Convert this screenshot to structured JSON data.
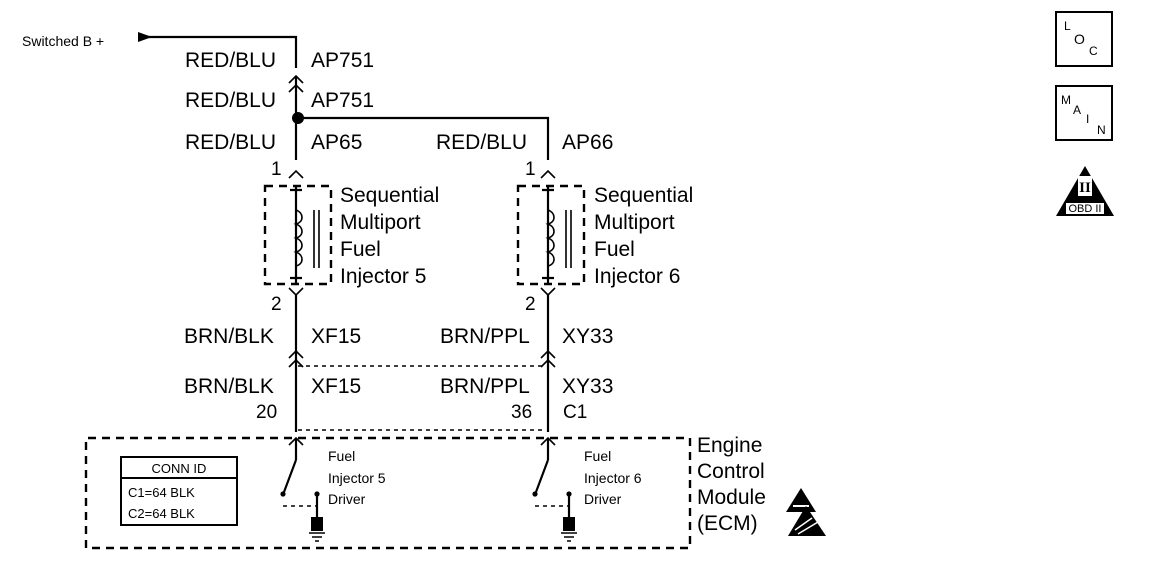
{
  "supply": {
    "label": "Switched B +"
  },
  "wires": {
    "supply_top": {
      "color": "RED/BLU",
      "circuit": "AP751"
    },
    "supply_bottom": {
      "color": "RED/BLU",
      "circuit": "AP751"
    },
    "inj5_feed": {
      "color": "RED/BLU",
      "circuit": "AP65"
    },
    "inj6_feed": {
      "color": "RED/BLU",
      "circuit": "AP66"
    },
    "inj5_out_top": {
      "color": "BRN/BLK",
      "circuit": "XF15"
    },
    "inj5_out_bottom": {
      "color": "BRN/BLK",
      "circuit": "XF15"
    },
    "inj6_out_top": {
      "color": "BRN/PPL",
      "circuit": "XY33"
    },
    "inj6_out_bottom": {
      "color": "BRN/PPL",
      "circuit": "XY33"
    }
  },
  "pins": {
    "inj5_pin1": "1",
    "inj5_pin2": "2",
    "inj6_pin1": "1",
    "inj6_pin2": "2",
    "ecm_pin_inj5": "20",
    "ecm_pin_inj6": "36",
    "ecm_connector": "C1"
  },
  "injectors": [
    {
      "lines": [
        "Sequential",
        "Multiport",
        "Fuel",
        "Injector 5"
      ]
    },
    {
      "lines": [
        "Sequential",
        "Multiport",
        "Fuel",
        "Injector 6"
      ]
    }
  ],
  "ecm": {
    "lines": [
      "Engine",
      "Control",
      "Module",
      "(ECM)"
    ],
    "drivers": [
      {
        "lines": [
          "Fuel",
          "Injector 5",
          "Driver"
        ]
      },
      {
        "lines": [
          "Fuel",
          "Injector 6",
          "Driver"
        ]
      }
    ]
  },
  "conn_id": {
    "header": "CONN ID",
    "rows": [
      "C1=64 BLK",
      "C2=64 BLK"
    ]
  },
  "symbols": {
    "loc": {
      "a": "L",
      "b": "O",
      "c": "C"
    },
    "main": {
      "a": "M",
      "b": "A",
      "c": "I",
      "d": "N"
    },
    "obd": {
      "roman": "II",
      "caption": "OBD II"
    }
  }
}
